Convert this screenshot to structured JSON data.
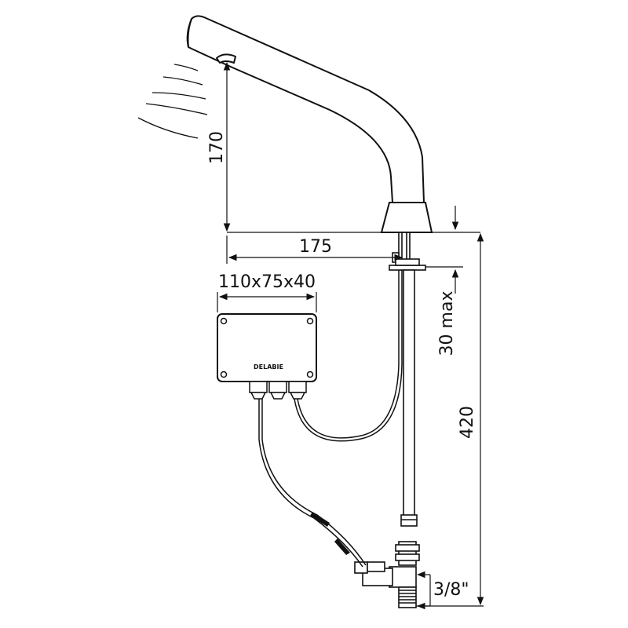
{
  "dimensions": {
    "height_sensor": "170",
    "reach": "175",
    "box_size": "110x75x40",
    "deck_thickness": "30 max",
    "total_length": "420",
    "connection": "3/8\""
  },
  "box": {
    "brand": "DELABIE"
  }
}
